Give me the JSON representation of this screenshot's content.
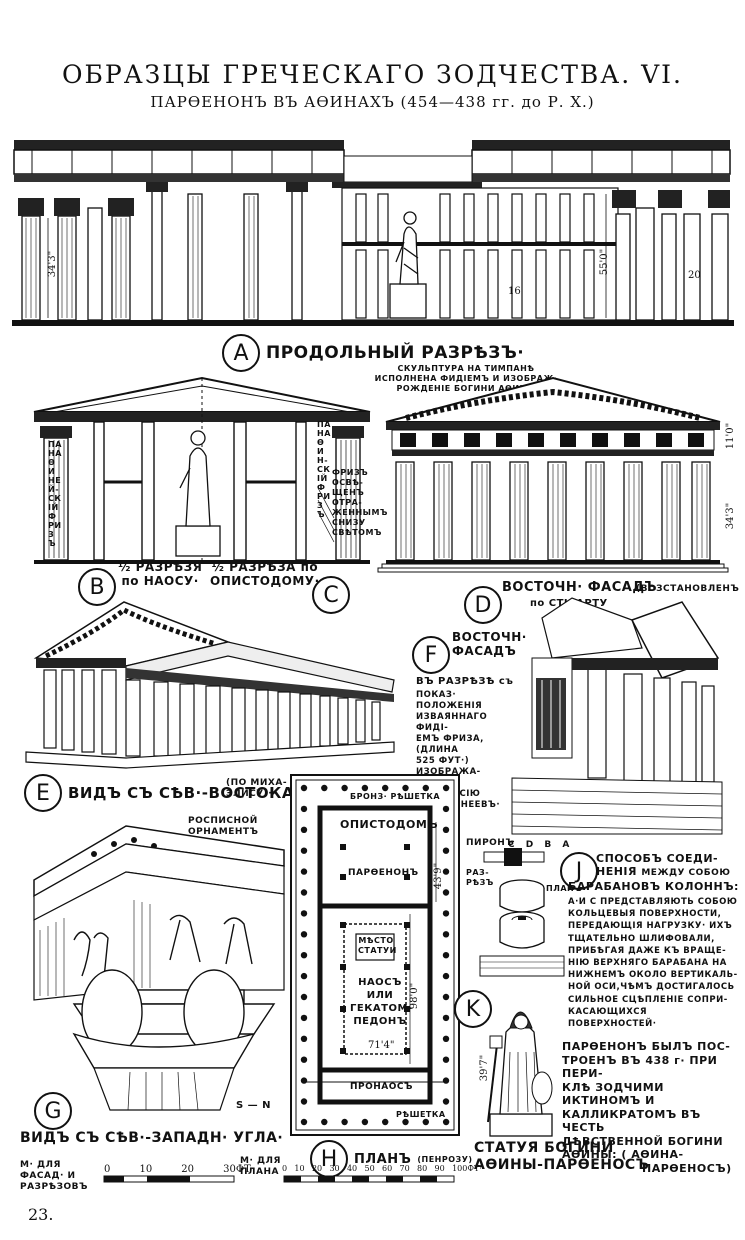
{
  "header": {
    "title": "ОБРАЗЦЫ ГРЕЧЕСКАГО ЗОДЧЕСТВА. VI.",
    "subtitle": "ПАРѲЕНОНЪ ВЪ АѲИНАХЪ (454—438 гг. до Р. Х.)"
  },
  "figures": {
    "A": {
      "letter": "A",
      "caption": "ПРОДОЛЬНЫЙ РАЗРѢЗЪ·",
      "dim_left": "34'3\"",
      "dim_right": "55'0\"",
      "dim_mid": "16",
      "dim_far": "20"
    },
    "B": {
      "letter": "B",
      "caption_1": "½ РАЗРѢЗЯ",
      "caption_2": "по НАОСУ·",
      "side_label": "ПАНАѲИНЕЙ-СКІЙ ФРИЗЪ"
    },
    "C": {
      "letter": "C",
      "caption_1": "½ РАЗРѢЗА по",
      "caption_2": "ОПИСТОДОМУ·",
      "side_label": "ПАНАѲИН-СКІЙ ФРИЗЪ",
      "frieze_note": "ФРИЗЪ ОСВѢ-ЩЕНЪ ОТРА-ЖЕННЫМЪ СНИЗУ СВѢТОМЪ"
    },
    "D": {
      "letter": "D",
      "caption_1": "ВОСТОЧН· ФАСАДЪ",
      "caption_2": "(ВОЗСТАНОВЛЕНЪ",
      "caption_3": "по СТЮАРТУ",
      "note": "СКУЛЬПТУРА НА ТИМПАНѢ ИСПОЛНЕНА ФИДІЕМЪ И ИЗОБРАЖ· РОЖДЕНІЕ БОГИНИ АѲИНЫ",
      "dim_1": "11'0\"",
      "dim_2": "34'3\""
    },
    "E": {
      "letter": "E",
      "caption_1": "ВИДЪ СЪ СѢВ·-ВОСТОКА",
      "caption_2": "(ПО МИХА-",
      "caption_3": "ЭЛИСУ)·"
    },
    "F": {
      "letter": "F",
      "caption_1": "ВОСТОЧН·",
      "caption_2": "ФАСАДЪ",
      "caption_3": "ВЪ РАЗРѢЗѢ съ",
      "text_lines": [
        "ПОКАЗ· ПОЛОЖЕНІЯ",
        "ИЗВАЯННАГО ФИДІ-",
        "ЕМЪ ФРИЗА, (ДЛИНА",
        "525 ФУТ·) ИЗОБРАЖА-",
        "ЮЩАГО ПРОЦЕССІЮ",
        "ПАНАѲИНЕЕВЪ·"
      ]
    },
    "G": {
      "letter": "G",
      "caption": "ВИДЪ СЪ СѢВ·-ЗАПАДН· УГЛА·",
      "ornament_note": "РОСПИСНОЙ ОРНАМЕНТЪ",
      "compass": "S — N"
    },
    "H": {
      "letter": "H",
      "caption": "ПЛАНЪ",
      "caption_2": "(ПЕНРОЗУ)",
      "labels": {
        "grille_top": "БРОНЗ· РѢШЕТКА",
        "opisthodomos": "ОПИСТОДОМЪ",
        "parthenon": "ПАРѲЕНОНЪ",
        "statue_place": "МѢСТО СТАТУИ",
        "naos": "НАОСЪ ИЛИ ГЕКАТОМ-ПЕДОНЪ",
        "pronaos": "ПРОНАОСЪ",
        "grille_bottom": "РѢШЕТКА",
        "dim_1": "43'9\"",
        "dim_2": "98'0\"",
        "dim_3": "71'4\""
      }
    },
    "J": {
      "letter": "J",
      "caption_1": "СПОСОБЪ СОЕДИ-",
      "caption_2": "НЕНІЯ",
      "caption_3": "МЕЖДУ СОБОЮ",
      "caption_4": "БАРАБАНОВЪ КОЛОННЪ:",
      "text_lines": [
        "А·И С ПРЕДСТАВЛЯЮТЬ СОБОЮ",
        "КОЛЬЦЕВЫЯ ПОВЕРХНОСТИ,",
        "ПЕРЕДАЮЩІЯ НАГРУЗКУ· ИХЪ",
        "ТЩАТЕЛЬНО ШЛИФОВАЛИ,",
        "ПРИБѢГАЯ ДАЖЕ КЪ ВРАЩЕ-",
        "НІЮ ВЕРХНЯГО БАРАБАНА НА",
        "НИЖНЕМЪ ОКОЛО ВЕРТИКАЛЬ-",
        "НОЙ ОСИ,ЧѢМЪ ДОСТИГАЛОСЬ",
        "СИЛЬНОЕ СЦѢПЛЕНІЕ СОПРИ-",
        "КАСАЮЩИХСЯ ПОВЕРХНОСТЕЙ·"
      ],
      "label_piron": "ПИРОНЪ",
      "label_razrez": "РАЗ-РѢЗЪ",
      "label_plan": "ПЛАНЪ",
      "letters": "C D B A"
    },
    "K": {
      "letter": "K",
      "caption_1": "СТАТУЯ БОГИНИ",
      "caption_2": "АѲИНЫ-ПАРѲЕНОСЪ",
      "dim": "39'7\"",
      "text_lines": [
        "ПАРѲЕНОНЪ БЫЛЪ ПОС-",
        "ТРОЕНЪ ВЪ 438 г· ПРИ ПЕРИ-",
        "КЛѢ ЗОДЧИМИ ИКТИНОМЪ И",
        "КАЛЛИКРАТОМЪ ВЪ ЧЕСТЬ",
        "ДѢВСТВЕННОЙ БОГИНИ",
        "АѲИНЫ: ( АѲИНА-",
        "ПАРѲЕНОСЪ)"
      ]
    }
  },
  "scales": {
    "facade_label": "М· ДЛЯ ФАСАД· И РАЗРѢЗОВЪ",
    "facade_ticks": [
      "0",
      "10",
      "20",
      "30ФТ·"
    ],
    "plan_label": "М· ДЛЯ ПЛАНА",
    "plan_ticks": [
      "0",
      "10",
      "20",
      "30",
      "40",
      "50",
      "60",
      "70",
      "80",
      "90",
      "100ФТ·"
    ]
  },
  "page_number": "23."
}
